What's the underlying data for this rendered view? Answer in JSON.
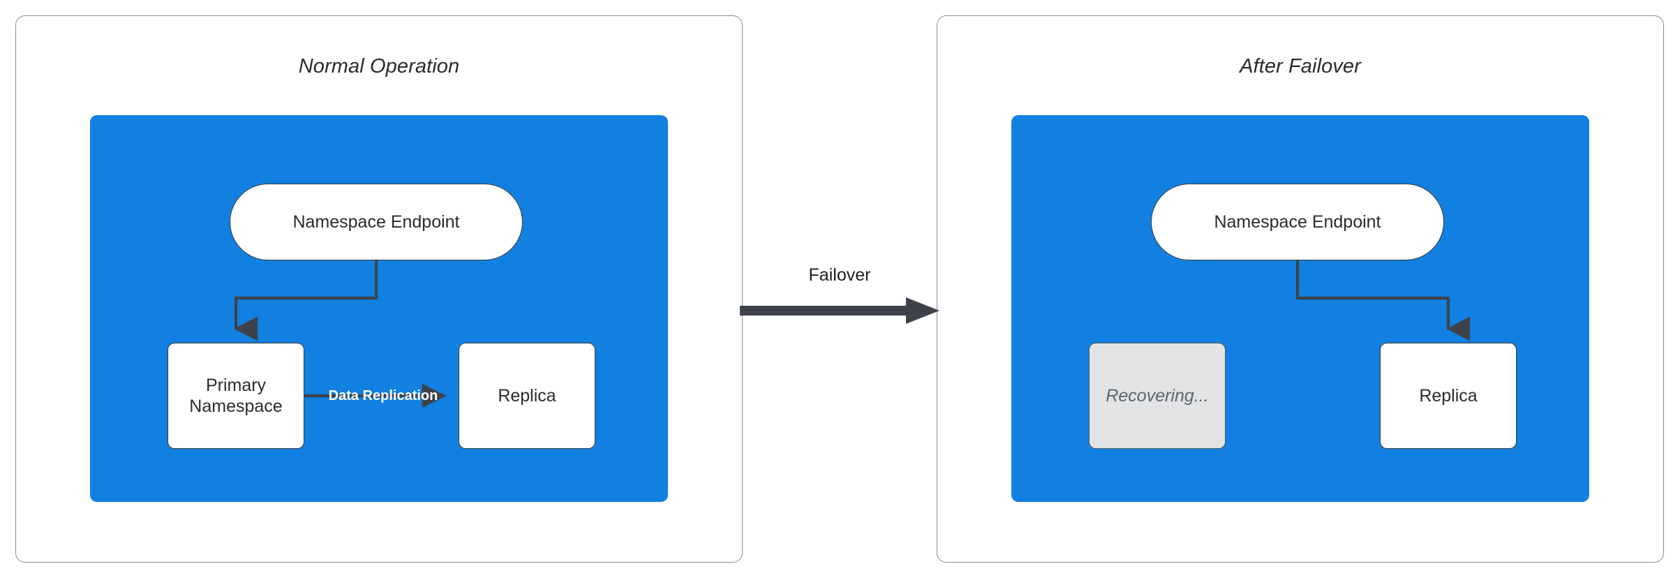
{
  "diagram": {
    "title_left": "Normal Operation",
    "title_right": "After Failover",
    "transition_label": "Failover",
    "colors": {
      "blue_region": "#1180e0",
      "node_fill": "#ffffff",
      "node_border": "#3a3a3a",
      "recovering_fill": "#e1e3e5",
      "recovering_text": "#5d656d",
      "connector": "#3d424a",
      "panel_border": "#8c8c8c",
      "label_on_blue": "#ffffff"
    }
  },
  "panels": [
    {
      "id": "normal-operation",
      "title": "Normal Operation",
      "nodes": {
        "endpoint": "Namespace Endpoint",
        "primary": "Primary\nNamespace",
        "primary_line1": "Primary",
        "primary_line2": "Namespace",
        "replica": "Replica"
      },
      "edges": [
        {
          "from": "endpoint",
          "to": "primary",
          "label": ""
        },
        {
          "from": "primary",
          "to": "replica",
          "label": "Data Replication"
        }
      ]
    },
    {
      "id": "after-failover",
      "title": "After Failover",
      "nodes": {
        "endpoint": "Namespace Endpoint",
        "recovering": "Recovering...",
        "replica": "Replica"
      },
      "edges": [
        {
          "from": "endpoint",
          "to": "replica",
          "label": ""
        }
      ]
    }
  ]
}
